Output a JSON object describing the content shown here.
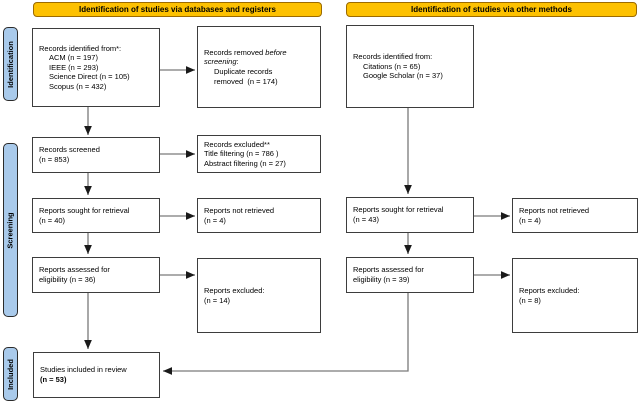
{
  "colors": {
    "header_fill": "#FDC101",
    "header_border": "#9C6B00",
    "sidebar_fill": "#A9CAEB",
    "sidebar_border": "#2B2B2B",
    "box_border": "#3D3D3D",
    "arrow_line": "#7A7A7A",
    "arrow_head": "#1A1A1A"
  },
  "headers": {
    "databases": "Identification of studies via databases and registers",
    "other": "Identification of studies via other methods"
  },
  "sidebar": {
    "identification": "Identification",
    "screening": "Screening",
    "included": "Included"
  },
  "left": {
    "identified": {
      "title": "Records identified from*:",
      "items": [
        "ACM (n = 197)",
        "IEEE (n = 293)",
        "Science Direct (n = 105)",
        "Scopus (n = 432)"
      ]
    },
    "removed": {
      "prefix": "Records removed ",
      "italic": "before screening",
      "suffix": ":",
      "items": [
        "Duplicate records",
        "removed  (n = 174)"
      ]
    },
    "screened": {
      "line1": "Records screened",
      "line2": "(n = 853)"
    },
    "excluded1": {
      "title": "Records excluded**",
      "items": [
        "Title filtering (n = 786 )",
        "Abstract filtering (n = 27)"
      ]
    },
    "sought": {
      "line1": "Reports sought for retrieval",
      "line2": "(n = 40)"
    },
    "not_retrieved": {
      "line1": "Reports not retrieved",
      "line2": "(n = 4)"
    },
    "assessed": {
      "line1": "Reports assessed for",
      "line2": "eligibility (n = 36)"
    },
    "excluded2": {
      "line1": "Reports excluded:",
      "line2": "(n = 14)"
    },
    "included": {
      "line1": "Studies included in review",
      "line2": "(n = 53)"
    }
  },
  "right": {
    "identified": {
      "title": "Records identified from:",
      "items": [
        "Citations (n = 65)",
        "Google Scholar (n = 37)"
      ]
    },
    "sought": {
      "line1": "Reports sought for retrieval",
      "line2": "(n = 43)"
    },
    "not_retrieved": {
      "line1": "Reports not retrieved",
      "line2": "(n = 4)"
    },
    "assessed": {
      "line1": "Reports assessed for",
      "line2": "eligibility (n = 39)"
    },
    "excluded": {
      "line1": "Reports excluded:",
      "line2": "(n = 8)"
    }
  }
}
